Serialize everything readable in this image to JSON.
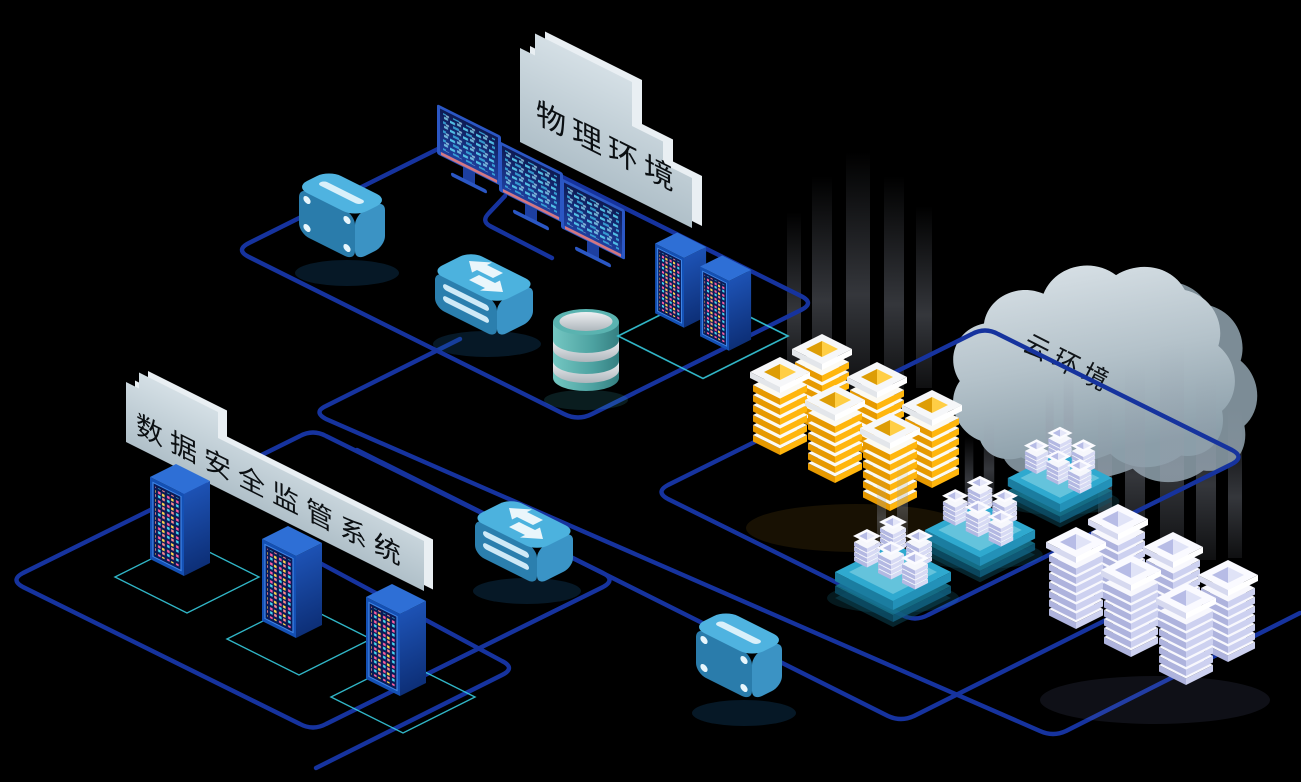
{
  "diagram": {
    "background_color": "#000000",
    "connector_color": "#16339e",
    "labels": {
      "physical_env": "物理环境",
      "supervision_system": "数据安全监管系统",
      "cloud_env": "云环境"
    },
    "zones": [
      {
        "name": "physical-environment",
        "label": "物理环境",
        "icons": [
          "monitor-icon",
          "monitor-icon",
          "monitor-icon",
          "router-icon",
          "switch-icon",
          "database-icon",
          "server-icon",
          "server-icon"
        ]
      },
      {
        "name": "supervision-system",
        "label": "数据安全监管系统",
        "icons": [
          "server-icon",
          "server-icon",
          "server-icon",
          "switch-icon",
          "router-icon"
        ]
      },
      {
        "name": "cloud-environment",
        "label": "云环境",
        "icons": [
          "cloud-icon",
          "storage-stack-yellow",
          "cloud-node-icon",
          "cloud-node-icon",
          "cloud-node-icon",
          "storage-stack-purple"
        ]
      }
    ],
    "palette": {
      "device_teal": "#3DA2D4",
      "device_teal_dark": "#2B7FAE",
      "server_blue": "#1450B4",
      "led_pink": "#FF5FA0",
      "led_yellow": "#FFD84D",
      "led_cyan": "#49D7F0",
      "stack_yellow": "#FFB60D",
      "stack_yellow_dark": "#E69900",
      "stack_purple": "#C9CDF0",
      "stack_purple_dark": "#AEB3DD",
      "platform_teal": "#2FA9CF",
      "plate_gray": "#C6D2D9",
      "cloud_gray": "#B9C6CD",
      "screen_pixel_cyan": "#58CDF0",
      "outline_cyan": "#38D4E8",
      "database_teal": "#53A9A7"
    }
  }
}
